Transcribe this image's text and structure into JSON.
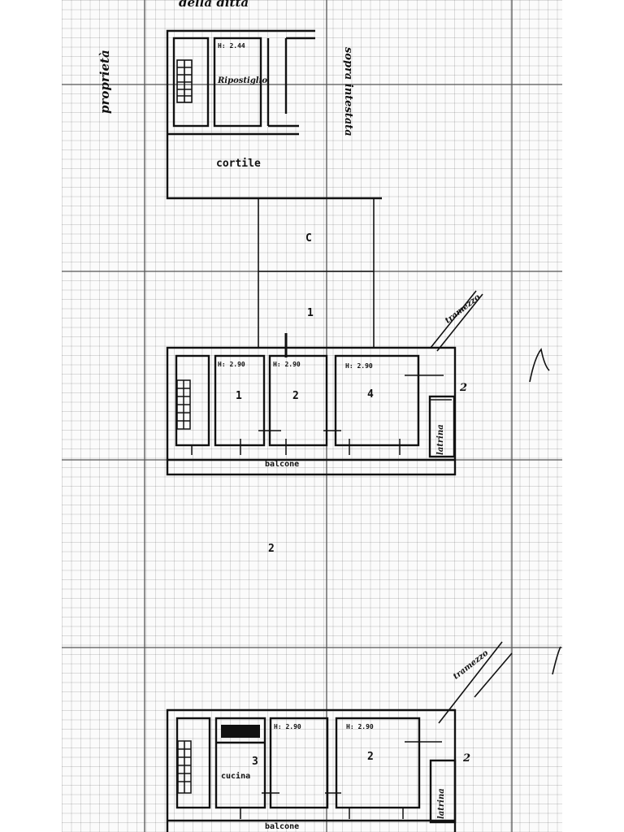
{
  "header_text": "della     ditta",
  "side_text_left": "proprietà",
  "side_text_right": "sopra intestata",
  "upper_block": {
    "room_height": "H: 2.44",
    "room_use": "Ripostiglio",
    "courtyard": "cortile",
    "letter_c": "C"
  },
  "floor_1": {
    "floor_number": "1",
    "rooms": [
      {
        "height": "H: 2.90",
        "number": "1"
      },
      {
        "height": "H: 2.90",
        "number": "2"
      },
      {
        "height": "H: 2.90",
        "number": "4"
      }
    ],
    "bathroom": "latrina",
    "balcony": "balcone",
    "margin_note": "tramezzo",
    "side_digit": "2"
  },
  "floor_2": {
    "floor_number": "2",
    "rooms": [
      {
        "height": "H: 2.90",
        "number": "3"
      },
      {
        "height": "H: 2.90",
        "number": "2"
      }
    ],
    "kitchen": "cucina",
    "bathroom": "latrina",
    "balcony": "balcone",
    "margin_note": "tramezzo",
    "side_digit": "2"
  },
  "colors": {
    "ink": "#111111",
    "grid": "#a9a9a9",
    "paper": "#fbfbfb"
  }
}
